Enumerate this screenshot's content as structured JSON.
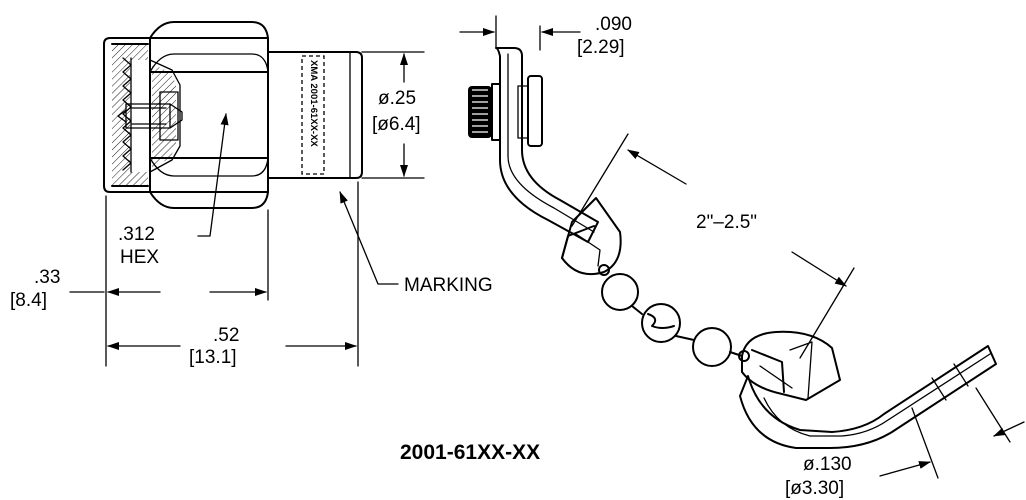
{
  "part_number": "2001-61XX-XX",
  "marking_text": "XMA 2001-61XX-XX",
  "labels": {
    "hex": ".312",
    "hex_word": "HEX",
    "marking": "MARKING",
    "dia_in": "ø.25",
    "dia_mm": "[ø6.4]",
    "len_small_in": ".33",
    "len_small_mm": "[8.4]",
    "len_total_in": ".52",
    "len_total_mm": "[13.1]",
    "tab_in": ".090",
    "tab_mm": "[2.29]",
    "chain_length": "2\"–2.5\"",
    "wire_dia_in": "ø.130",
    "wire_dia_mm": "[ø3.30]"
  }
}
